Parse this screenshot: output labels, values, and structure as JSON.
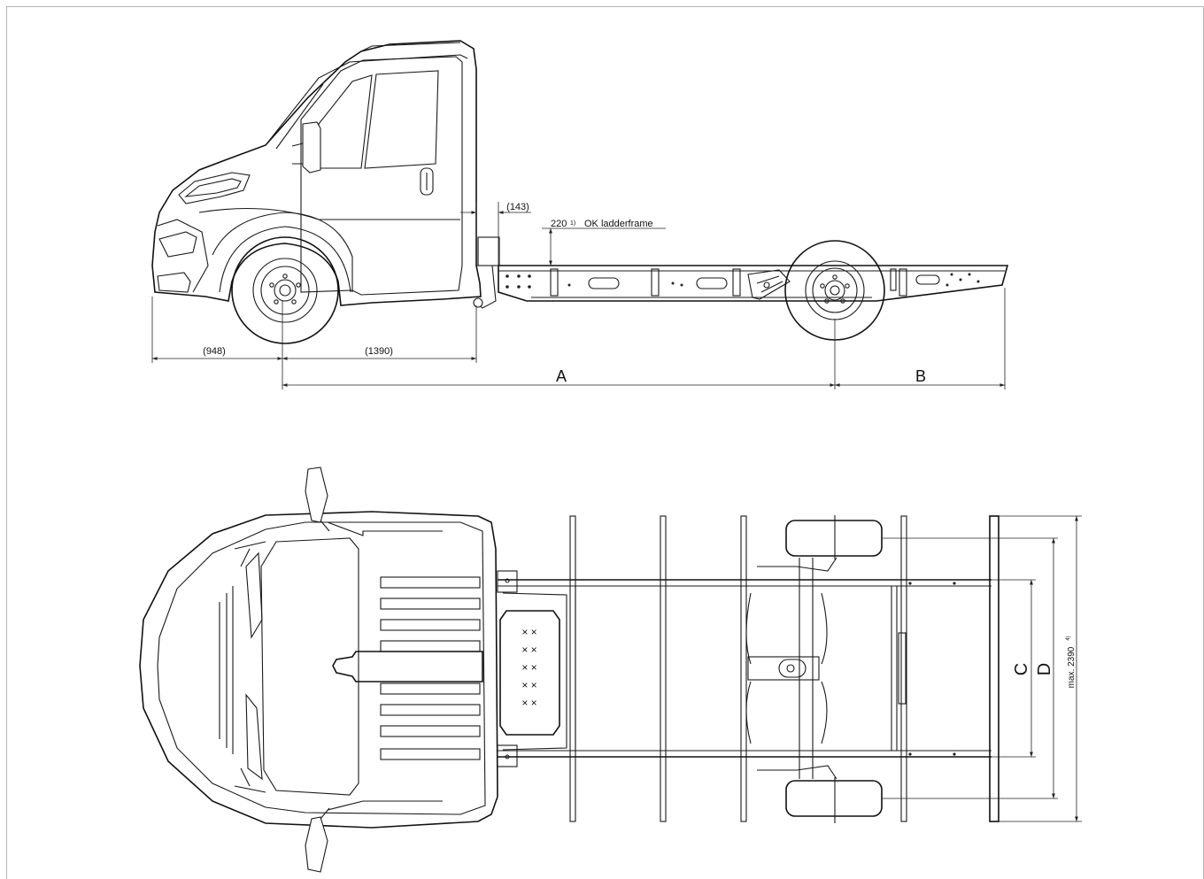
{
  "side_view": {
    "dim_front_overhang": "(948)",
    "dim_cab_length": "(1390)",
    "dim_cab_gap": "(143)",
    "frame_height_value": "220",
    "frame_height_note": "1)",
    "frame_height_label": "OK ladderframe",
    "dim_wheelbase": "A",
    "dim_rear_overhang": "B"
  },
  "top_view": {
    "dim_track_inner": "C",
    "dim_track_outer": "D",
    "dim_max_width": "max. 2390",
    "dim_max_width_note": "4)",
    "tank_marks": [
      "× ×",
      "× ×",
      "× ×",
      "× ×",
      "× ×"
    ]
  }
}
